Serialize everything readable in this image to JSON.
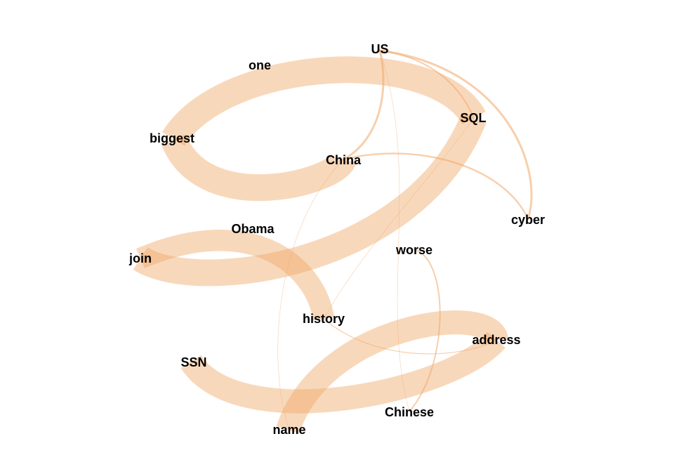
{
  "chart_data": {
    "type": "network",
    "edge_color": "#f0a868",
    "label_color": "#000000",
    "background": "#ffffff",
    "nodes": [
      {
        "id": "one",
        "label": "one"
      },
      {
        "id": "US",
        "label": "US"
      },
      {
        "id": "SQL",
        "label": "SQL"
      },
      {
        "id": "biggest",
        "label": "biggest"
      },
      {
        "id": "China",
        "label": "China"
      },
      {
        "id": "cyber",
        "label": "cyber"
      },
      {
        "id": "Obama",
        "label": "Obama"
      },
      {
        "id": "join",
        "label": "join"
      },
      {
        "id": "worse",
        "label": "worse"
      },
      {
        "id": "history",
        "label": "history"
      },
      {
        "id": "address",
        "label": "address"
      },
      {
        "id": "SSN",
        "label": "SSN"
      },
      {
        "id": "Chinese",
        "label": "Chinese"
      },
      {
        "id": "name",
        "label": "name"
      }
    ],
    "edges": [
      {
        "source": "biggest",
        "target": "SQL",
        "weight": 10
      },
      {
        "source": "biggest",
        "target": "China",
        "weight": 10
      },
      {
        "source": "SQL",
        "target": "join",
        "weight": 10
      },
      {
        "source": "join",
        "target": "history",
        "weight": 8
      },
      {
        "source": "SSN",
        "target": "address",
        "weight": 9
      },
      {
        "source": "name",
        "target": "address",
        "weight": 9
      },
      {
        "source": "US",
        "target": "China",
        "weight": 1.5
      },
      {
        "source": "US",
        "target": "cyber",
        "weight": 1.5
      },
      {
        "source": "US",
        "target": "SQL",
        "weight": 1
      },
      {
        "source": "China",
        "target": "cyber",
        "weight": 1.2
      },
      {
        "source": "worse",
        "target": "Chinese",
        "weight": 1
      },
      {
        "source": "history",
        "target": "address",
        "weight": 0.6
      },
      {
        "source": "China",
        "target": "name",
        "weight": 0.3
      },
      {
        "source": "US",
        "target": "Chinese",
        "weight": 0.3
      },
      {
        "source": "history",
        "target": "SQL",
        "weight": 0.3
      }
    ]
  }
}
